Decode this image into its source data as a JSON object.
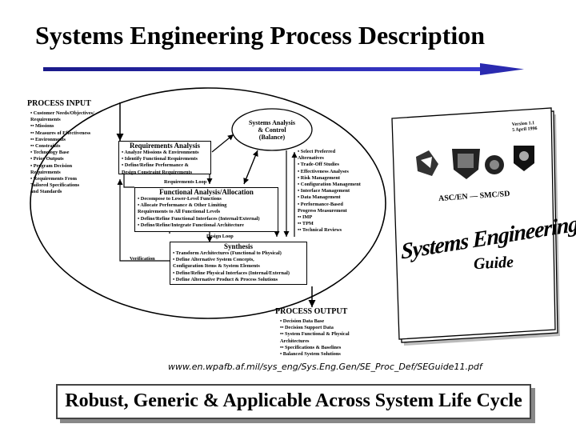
{
  "title": "Systems Engineering Process Description",
  "process_input": {
    "heading": "PROCESS INPUT",
    "lines": [
      "• Customer Needs/Objectives/",
      "   Requirements",
      "   •• Missions",
      "   •• Measures of Effectiveness",
      "   •• Environments",
      "   •• Constraints",
      "• Technology Base",
      "• Prior Outputs",
      "• Program Decision",
      "   Requirements",
      "• Requirements From",
      "   Tailored Specifications",
      "   and Standards"
    ]
  },
  "systems_analysis": {
    "line1": "Systems Analysis",
    "line2": "& Control",
    "line3": "(Balance)",
    "items": [
      "• Select Preferred",
      "   Alternatives",
      "• Trade-Off Studies",
      "• Effectiveness Analyses",
      "• Risk Management",
      "• Configuration Management",
      "• Interface Management",
      "• Data Management",
      "• Performance-Based",
      "   Progress Measurement",
      "   •• IMP",
      "   •• TPM",
      "   •• Technical Reviews"
    ]
  },
  "requirements_analysis": {
    "title": "Requirements Analysis",
    "items": [
      "• Analyze Missions & Environments",
      "• Identify Functional Requirements",
      "• Define/Refine Performance &",
      "   Design Constraint Requirements"
    ]
  },
  "requirements_loop": "Requirements Loop",
  "functional_analysis": {
    "title": "Functional Analysis/Allocation",
    "items": [
      "• Decompose to Lower-Level Functions",
      "• Allocate Performance & Other Limiting",
      "   Requirements to All Functional Levels",
      "• Define/Refine Functional Interfaces (Internal/External)",
      "• Define/Refine/Integrate Functional Architecture"
    ]
  },
  "design_loop": "Design Loop",
  "verification": "Verification",
  "synthesis": {
    "title": "Synthesis",
    "items": [
      "• Transform Architectures (Functional to Physical)",
      "• Define Alternative System Concepts,",
      "   Configuration Items & System Elements",
      "• Define/Refine Physical Interfaces (Internal/External)",
      "• Define Alternative Product & Process Solutions"
    ]
  },
  "process_output": {
    "heading": "PROCESS OUTPUT",
    "lines": [
      "• Decision Data Base",
      "   •• Decision Support Data",
      "   •• System Functional & Physical",
      "       Architectures",
      "   •• Specifications & Baselines",
      "• Balanced System Solutions"
    ]
  },
  "guide_book": {
    "version": "Version 1.1",
    "date": "5 April 1996",
    "org": "ASC/EN — SMC/SD",
    "title1": "Systems Engineering",
    "title2": "Guide"
  },
  "url": "www.en.wpafb.af.mil/sys_eng/Sys.Eng.Gen/SE_Proc_Def/SEGuide11.pdf",
  "banner": "Robust, Generic & Applicable Across System Life Cycle"
}
